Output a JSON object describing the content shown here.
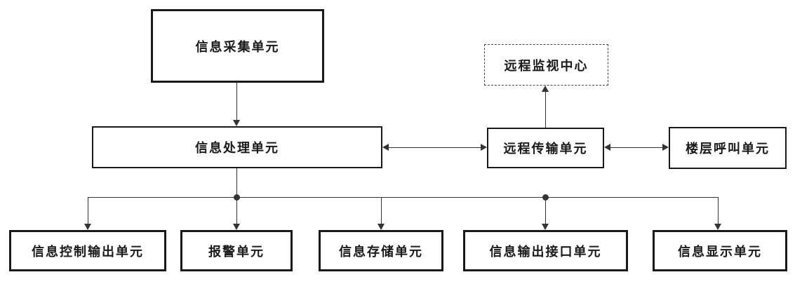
{
  "boxes": {
    "collect": {
      "label": "信息采集单元"
    },
    "monitor": {
      "label": "远程监视中心"
    },
    "process": {
      "label": "信息处理单元"
    },
    "transmit": {
      "label": "远程传输单元"
    },
    "floor_call": {
      "label": "楼层呼叫单元"
    },
    "control_out": {
      "label": "信息控制输出单元"
    },
    "alarm": {
      "label": "报警单元"
    },
    "storage": {
      "label": "信息存储单元"
    },
    "output_if": {
      "label": "信息输出接口单元"
    },
    "display": {
      "label": "信息显示单元"
    }
  },
  "edges": [
    {
      "from": "信息采集单元",
      "to": "信息处理单元",
      "type": "arrow"
    },
    {
      "from": "信息处理单元",
      "to": "远程传输单元",
      "type": "double-arrow"
    },
    {
      "from": "远程传输单元",
      "to": "楼层呼叫单元",
      "type": "double-arrow"
    },
    {
      "from": "远程传输单元",
      "to": "远程监视中心",
      "type": "arrow"
    },
    {
      "from": "信息处理单元",
      "to": "信息控制输出单元",
      "type": "arrow"
    },
    {
      "from": "信息处理单元",
      "to": "报警单元",
      "type": "arrow"
    },
    {
      "from": "信息处理单元",
      "to": "信息存储单元",
      "type": "arrow"
    },
    {
      "from": "信息处理单元",
      "to": "信息输出接口单元",
      "type": "arrow"
    },
    {
      "from": "信息处理单元",
      "to": "信息显示单元",
      "type": "arrow"
    }
  ],
  "colors": {
    "line": "#333333",
    "border": "#1a1a1a",
    "bg": "#ffffff",
    "text": "#1a1a1a"
  }
}
